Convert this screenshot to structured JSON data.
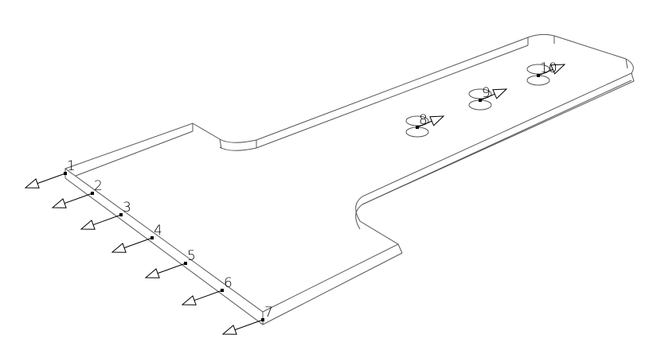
{
  "points": [
    {
      "label": "1",
      "direction": "outward"
    },
    {
      "label": "2",
      "direction": "outward"
    },
    {
      "label": "3",
      "direction": "outward"
    },
    {
      "label": "4",
      "direction": "outward"
    },
    {
      "label": "5",
      "direction": "outward"
    },
    {
      "label": "6",
      "direction": "outward"
    },
    {
      "label": "7",
      "direction": "outward"
    },
    {
      "label": "8",
      "direction": "hole"
    },
    {
      "label": "9",
      "direction": "hole"
    },
    {
      "label": "10",
      "direction": "hole"
    }
  ],
  "colors": {
    "edge": "#555555",
    "arrow": "#000000",
    "background": "#ffffff"
  }
}
